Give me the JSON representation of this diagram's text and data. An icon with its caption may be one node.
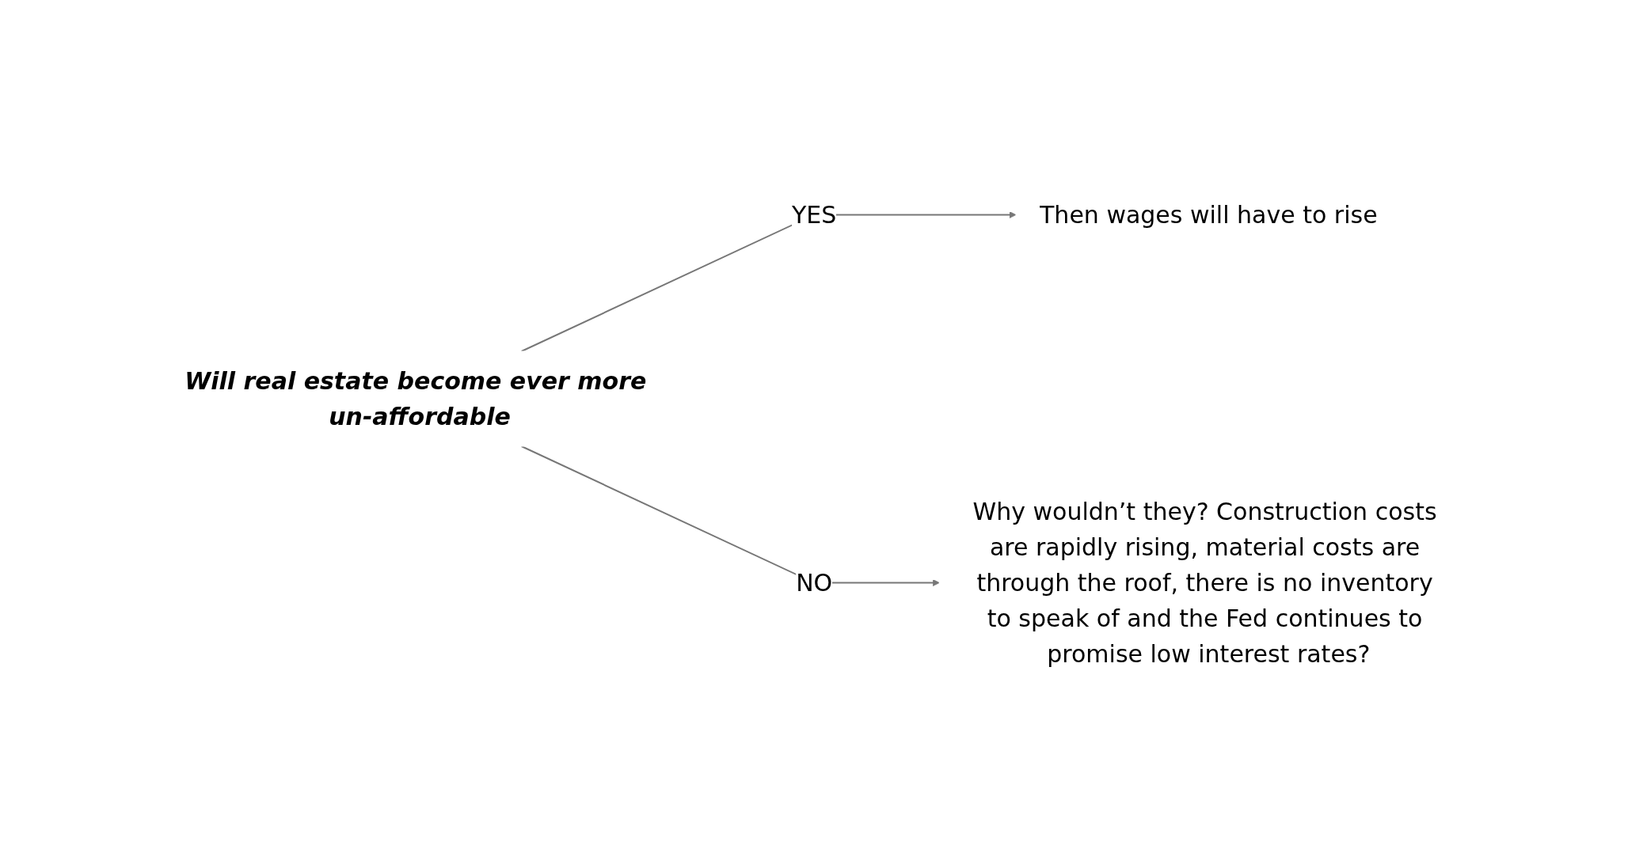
{
  "diagram": {
    "nodes": [
      {
        "text": [
          "Will real estate become ever more un-affordable"
        ]
      },
      {
        "text": [
          "Then wages will have to rise"
        ]
      },
      {
        "text": [
          "Why wouldn’t they? Construction costs are rapidly rising, material costs are through the roof, there is no inventory to speak of and the Fed continues to promise low interest rates?"
        ]
      }
    ],
    "edges": [
      {
        "from": 0,
        "to": 1,
        "label": "YES",
        "arrow": "to"
      },
      {
        "from": 0,
        "to": 2,
        "label": "NO",
        "arrow": "to"
      }
    ]
  }
}
